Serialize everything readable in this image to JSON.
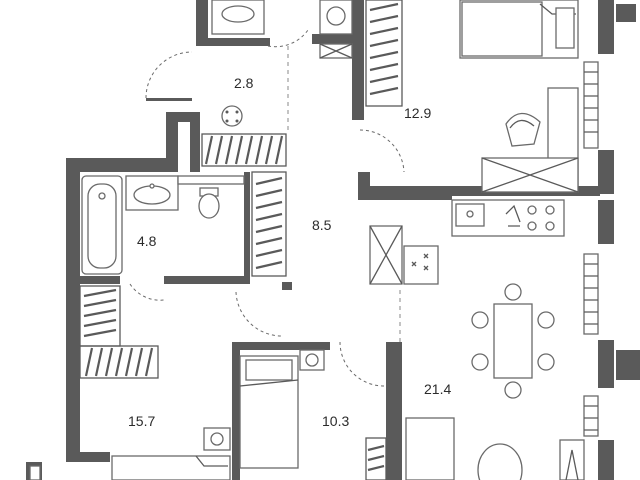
{
  "rooms": [
    {
      "id": "hall",
      "area": "2.8"
    },
    {
      "id": "bedroom-top",
      "area": "12.9"
    },
    {
      "id": "bathroom",
      "area": "4.8"
    },
    {
      "id": "corridor",
      "area": "8.5"
    },
    {
      "id": "living-kitchen",
      "area": "21.4"
    },
    {
      "id": "bedroom-left",
      "area": "15.7"
    },
    {
      "id": "bedroom-middle",
      "area": "10.3"
    }
  ],
  "colors": {
    "wall": "#5a5a5a",
    "background": "#ffffff",
    "text": "#2b2b2b"
  }
}
